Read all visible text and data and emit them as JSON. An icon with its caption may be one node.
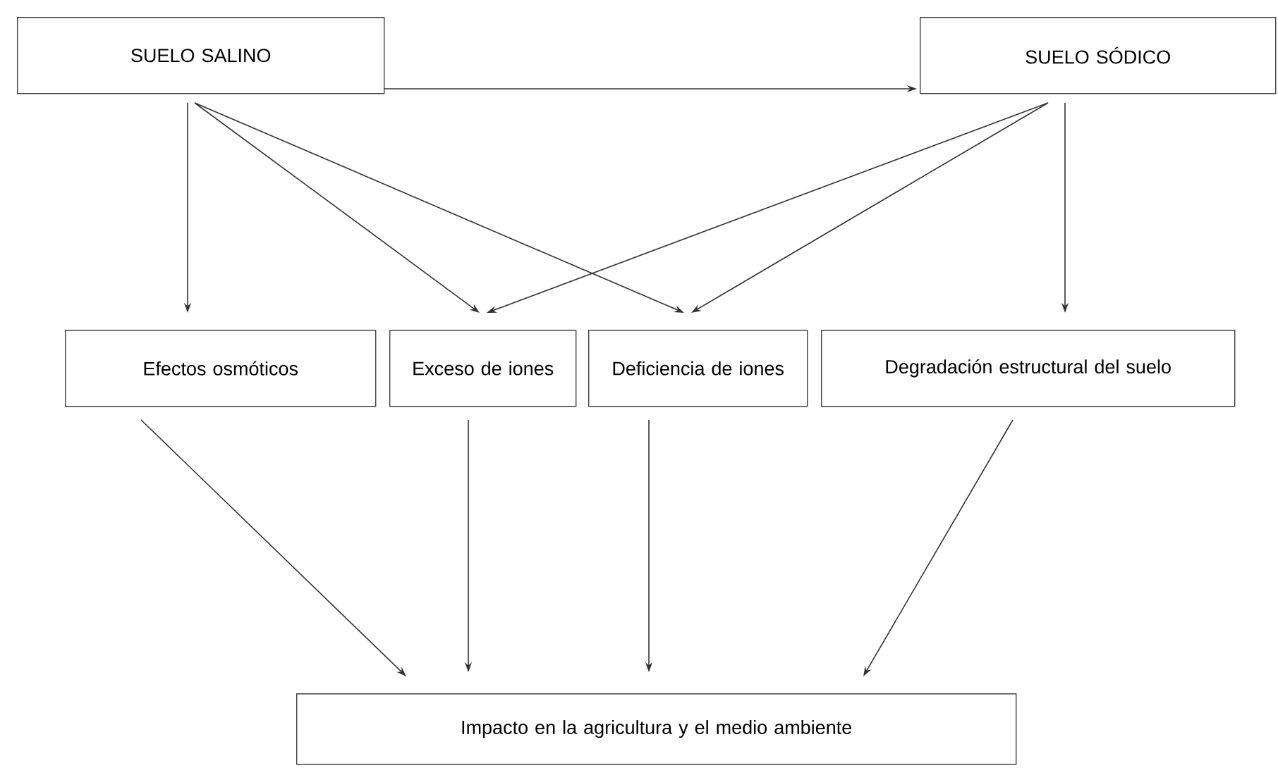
{
  "diagram": {
    "nodes": [
      {
        "text": [
          "SUELO SALINO"
        ]
      },
      {
        "text": [
          "SUELO SÓDICO"
        ]
      },
      {
        "text": [
          "Efectos osmóticos"
        ]
      },
      {
        "text": [
          "Exceso de iones"
        ]
      },
      {
        "text": [
          "Deficiencia de iones"
        ]
      },
      {
        "text": [
          "Degradación estructural del suelo"
        ]
      },
      {
        "text": [
          "Impacto en la agricultura y el medio ambiente"
        ]
      }
    ],
    "edges": [
      {
        "from": 0,
        "to": 1,
        "arrow": "to"
      },
      {
        "from": 0,
        "to": 2,
        "arrow": "to"
      },
      {
        "from": 0,
        "to": 3,
        "arrow": "to"
      },
      {
        "from": 0,
        "to": 4,
        "arrow": "to"
      },
      {
        "from": 1,
        "to": 3,
        "arrow": "to"
      },
      {
        "from": 1,
        "to": 4,
        "arrow": "to"
      },
      {
        "from": 1,
        "to": 5,
        "arrow": "to"
      },
      {
        "from": 2,
        "to": 6,
        "arrow": "to"
      },
      {
        "from": 3,
        "to": 6,
        "arrow": "to"
      },
      {
        "from": 4,
        "to": 6,
        "arrow": "to"
      },
      {
        "from": 5,
        "to": 6,
        "arrow": "to"
      }
    ]
  }
}
